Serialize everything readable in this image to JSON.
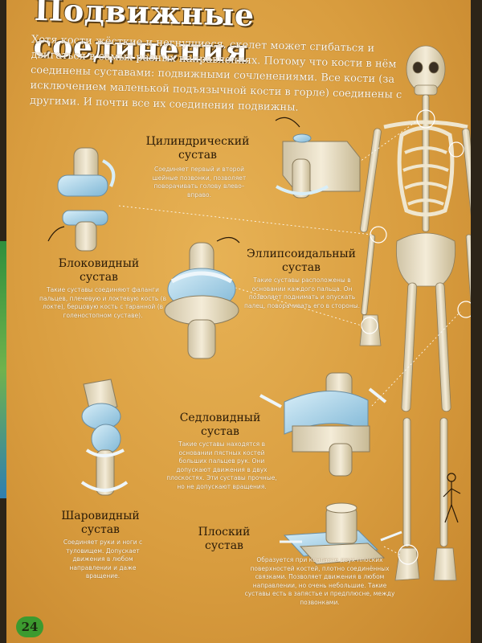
{
  "page": {
    "title": "Подвижные соединения",
    "intro": "Хотя кости жёсткие и негнущиеся, скелет может сгибаться и двигаться в самых разных направлениях. Потому что кости в нём соединены суставами: подвижными сочленениями. Все кости (за исключением маленькой подъязычной кости в горле) соединены с другими. И почти все их соединения подвижны.",
    "page_number": "24"
  },
  "joints": {
    "cylindrical": {
      "title_line1": "Цилиндрический",
      "title_line2": "сустав",
      "description": "Соединяет первый и второй шейные позвонки, позволяет поворачивать голову влево–вправо."
    },
    "hinge": {
      "title_line1": "Блоковидный",
      "title_line2": "сустав",
      "description": "Такие суставы соединяют фаланги пальцев, плечевую и локтевую кость (в локте), берцовую кость с таранной (в голеностопном суставе)."
    },
    "ellipsoid": {
      "title_line1": "Эллипсоидальный",
      "title_line2": "сустав",
      "description": "Такие суставы расположены в основании каждого пальца. Он позволяет поднимать и опускать палец, поворачивать его в стороны."
    },
    "saddle": {
      "title_line1": "Седловидный",
      "title_line2": "сустав",
      "description": "Такие суставы находятся в основании пястных костей больших пальцев рук. Они допускают движения в двух плоскостях. Эти суставы прочные, но не допускают вращения."
    },
    "ball": {
      "title_line1": "Шаровидный",
      "title_line2": "сустав",
      "description": "Соединяет руки и ноги с туловищем. Допускает движения в любом направлении и даже вращение."
    },
    "plane": {
      "title_line1": "Плоский",
      "title_line2": "сустав",
      "description": "Образуется при контакте двух плоских поверхностей костей, плотно соединённых связками. Позволяет движения в любом направлении, но очень небольшие. Такие суставы есть в запястье и предплюсне, между позвонками."
    }
  },
  "colors": {
    "page": "#d99d3f",
    "bone": "#efe6cf",
    "joint_blue": "#a9d3e8",
    "accent_green": "#3c9a2f"
  }
}
